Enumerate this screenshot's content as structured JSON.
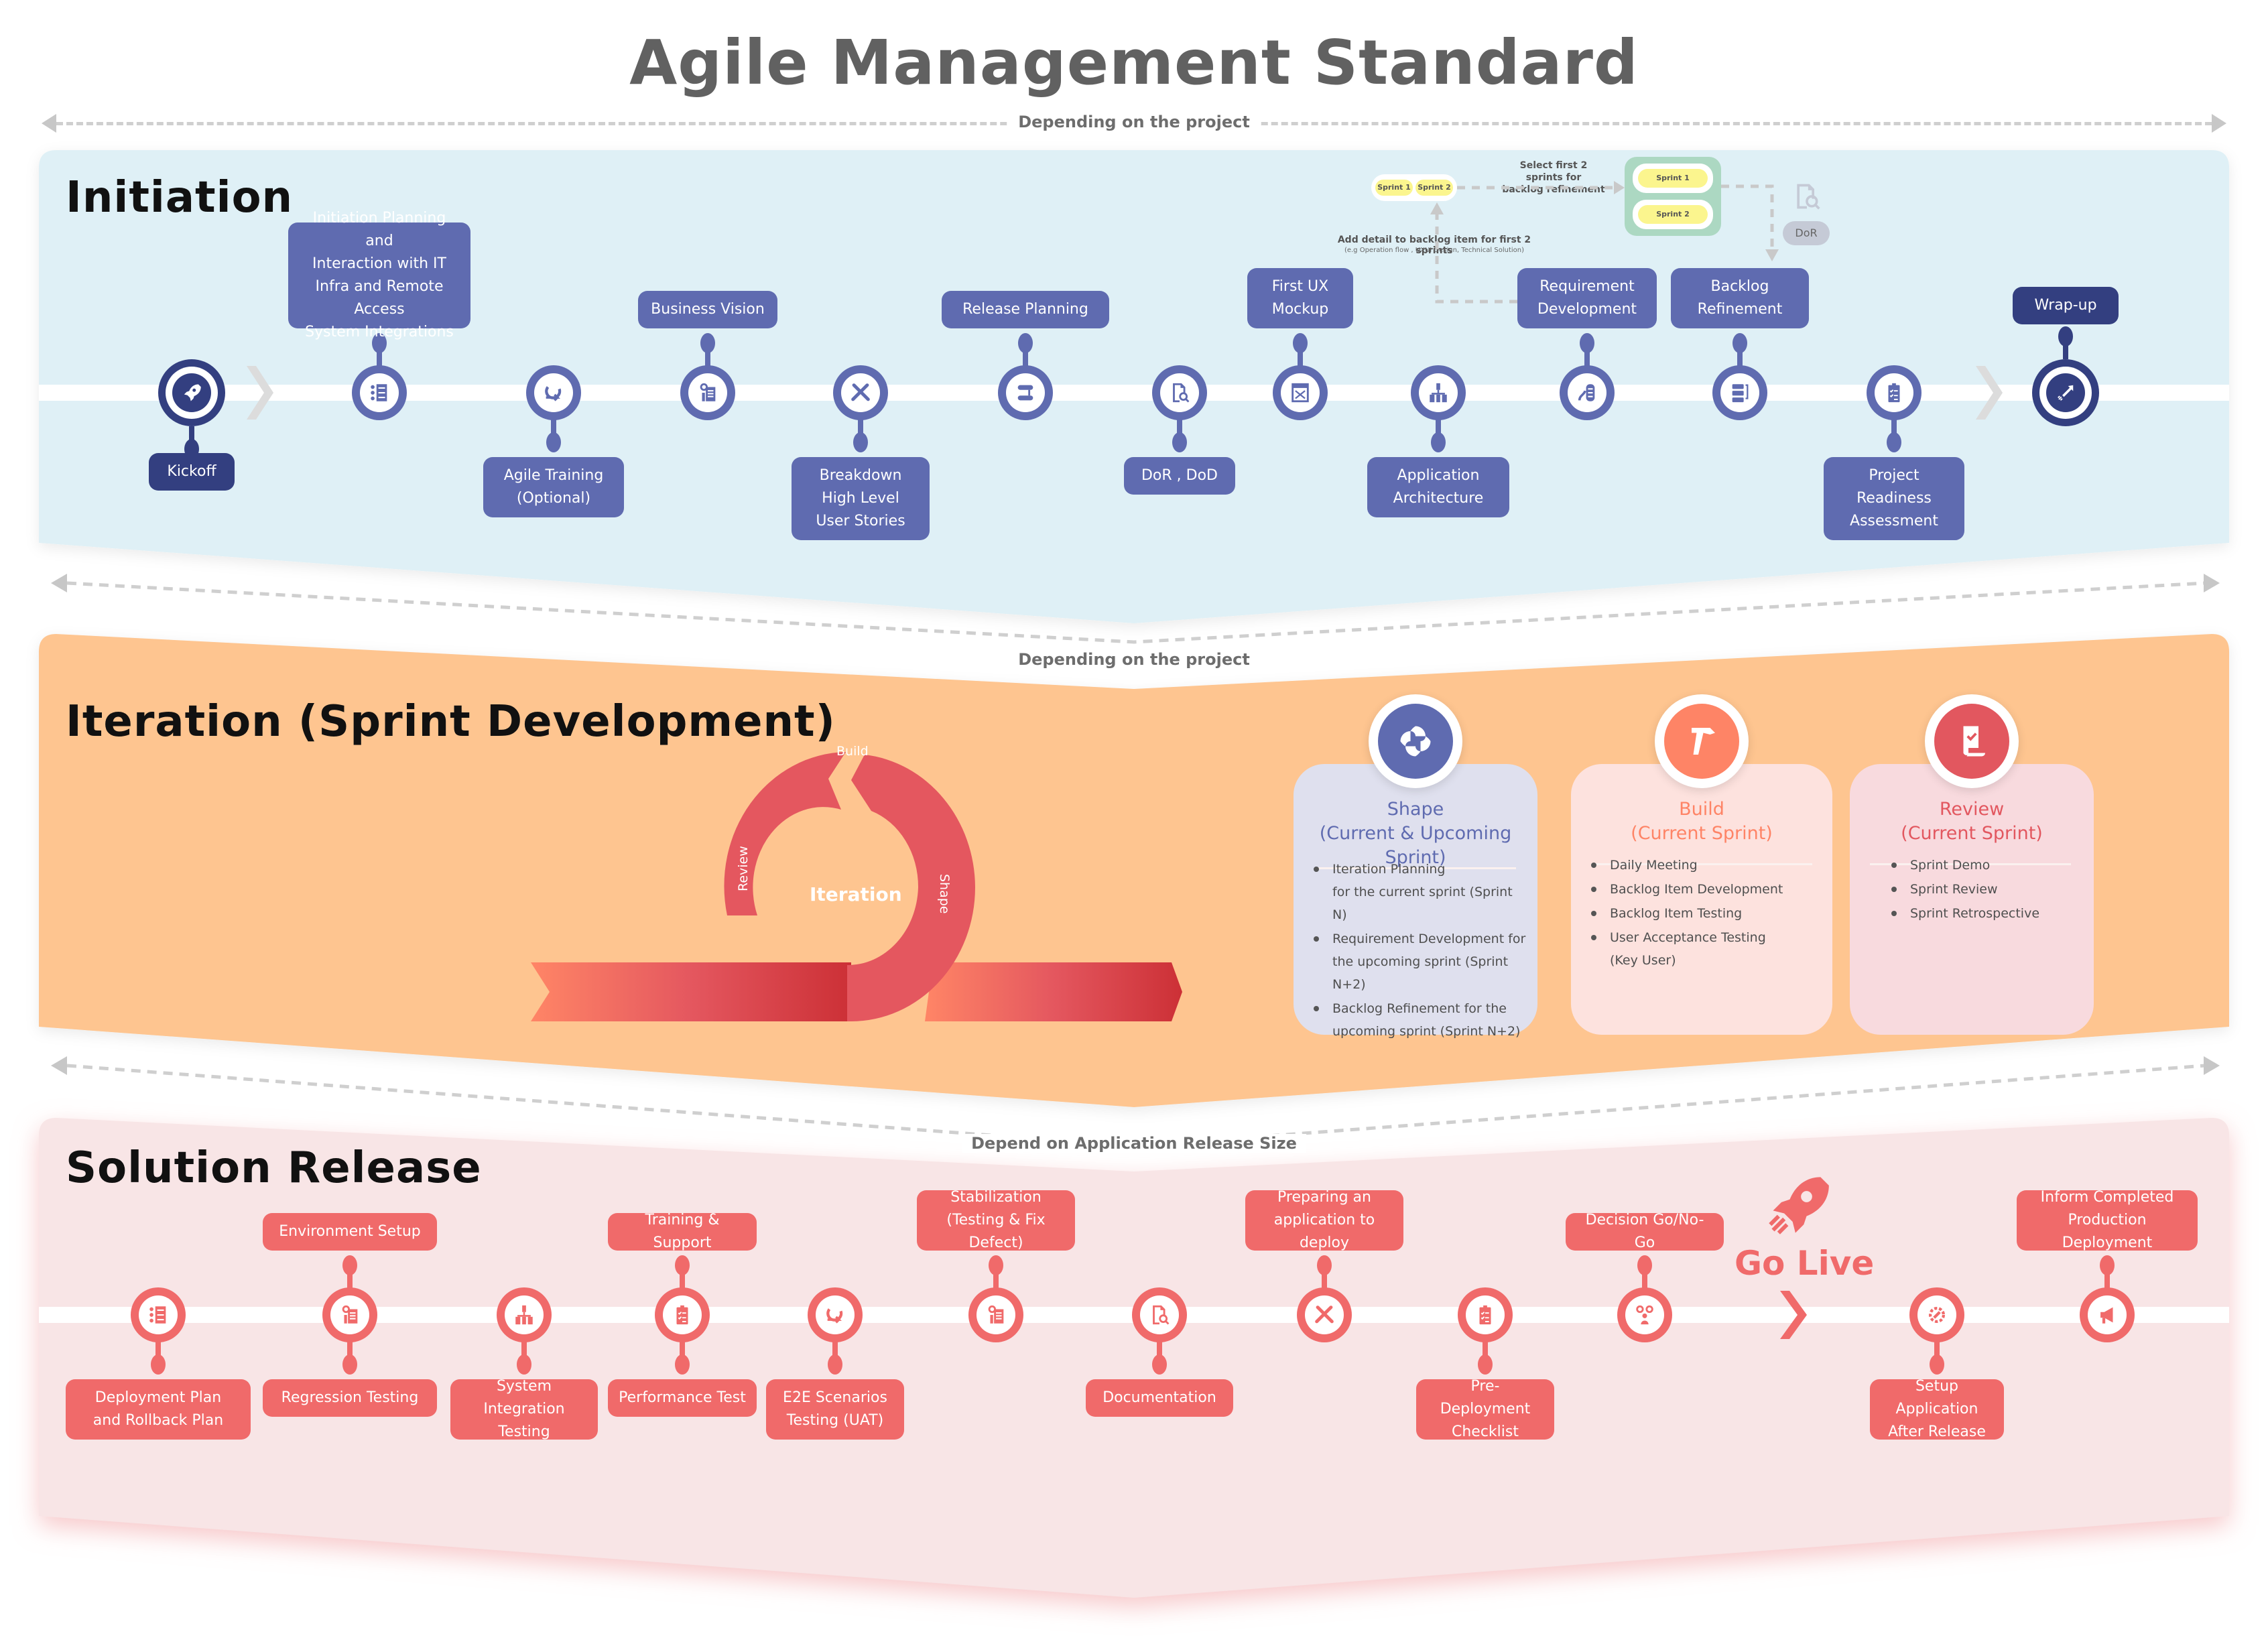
{
  "title": "Agile Management Standard",
  "span_labels": {
    "top": "Depending on the project",
    "middle": "Depending on the project",
    "bottom": "Depend on Application Release Size"
  },
  "colors": {
    "initiation_bg": "#dff0f6",
    "initiation_node": "#5f6bb0",
    "initiation_node_dark": "#333f80",
    "iteration_bg": "#fec590",
    "release_bg": "#f8e5e6",
    "release_node": "#f06a6a",
    "shape_accent": "#5f6bb0",
    "build_accent": "#fe8466",
    "review_accent": "#e2575f"
  },
  "initiation": {
    "title": "Initiation",
    "start": {
      "label": "Kickoff",
      "icon": "rocket-icon"
    },
    "end": {
      "label": "Wrap-up",
      "icon": "rocket-launch-icon"
    },
    "steps": [
      {
        "label": "Initiation Planning and\nInteraction with IT\nInfra and Remote Access\nSystem Integrations",
        "position": "above",
        "icon": "checklist-icon"
      },
      {
        "label": "Agile Training\n(Optional)",
        "position": "below",
        "icon": "cycle-icon"
      },
      {
        "label": "Business Vision",
        "position": "above",
        "icon": "gear-document-icon"
      },
      {
        "label": "Breakdown\nHigh Level\nUser Stories",
        "position": "below",
        "icon": "tools-icon"
      },
      {
        "label": "Release Planning",
        "position": "above",
        "icon": "workflow-icon"
      },
      {
        "label": "DoR , DoD",
        "position": "below",
        "icon": "document-search-icon"
      },
      {
        "label": "First UX\nMockup",
        "position": "above",
        "icon": "wireframe-icon"
      },
      {
        "label": "Application\nArchitecture",
        "position": "below",
        "icon": "hierarchy-icon"
      },
      {
        "label": "Requirement\nDevelopment",
        "position": "above",
        "icon": "requirement-icon"
      },
      {
        "label": "Backlog\nRefinement",
        "position": "above",
        "icon": "backlog-icon"
      },
      {
        "label": "Project\nReadiness\nAssessment",
        "position": "below",
        "icon": "clipboard-check-icon"
      }
    ],
    "refinement_flow": {
      "sprints": [
        "Sprint 1",
        "Sprint 2"
      ],
      "selected_sprints": [
        "Sprint 1",
        "Sprint 2"
      ],
      "select_caption": "Select first 2 sprints for\nbacklog refinement",
      "detail_caption": "Add detail to backlog item for first 2 sprints",
      "detail_subcaption": "(e.g Operation flow , UXUI Design, Technical Solution)",
      "dor_label": "DoR"
    }
  },
  "iteration": {
    "title": "Iteration (Sprint Development)",
    "cycle": {
      "center": "Iteration",
      "top": "Build",
      "left": "Review",
      "right": "Shape"
    },
    "cards": [
      {
        "title": "Shape",
        "subtitle": "(Current & Upcoming Sprint)",
        "icon": "shape-swirl-icon",
        "items": [
          "Iteration Planning\nfor the current sprint (Sprint N)",
          "Requirement Development for\nthe upcoming sprint (Sprint N+2)",
          "Backlog Refinement for the\nupcoming sprint (Sprint N+2)"
        ]
      },
      {
        "title": "Build",
        "subtitle": "(Current Sprint)",
        "icon": "hammer-icon",
        "items": [
          "Daily Meeting",
          "Backlog Item Development",
          "Backlog Item Testing",
          "User Acceptance Testing\n(Key User)"
        ]
      },
      {
        "title": "Review",
        "subtitle": "(Current Sprint)",
        "icon": "review-scroll-icon",
        "items": [
          "Sprint Demo",
          "Sprint Review",
          "Sprint Retrospective"
        ]
      }
    ]
  },
  "release": {
    "title": "Solution Release",
    "go_live": "Go Live",
    "steps": [
      {
        "label": "Deployment Plan\nand Rollback Plan",
        "position": "below",
        "icon": "checklist-icon"
      },
      {
        "label": "Environment Setup",
        "position": "above",
        "icon": "gear-document-icon",
        "below_label": "Regression Testing"
      },
      {
        "label": "System Integration\nTesting",
        "position": "below",
        "icon": "hierarchy-icon"
      },
      {
        "label": "Training & Support",
        "position": "above",
        "icon": "clipboard-check-icon",
        "below_label": "Performance Test"
      },
      {
        "label": "E2E Scenarios\nTesting (UAT)",
        "position": "below",
        "icon": "cycle-icon"
      },
      {
        "label": "Stabilization\n(Testing & Fix Defect)",
        "position": "above",
        "icon": "gear-document-icon"
      },
      {
        "label": "Documentation",
        "position": "below",
        "icon": "document-search-icon"
      },
      {
        "label": "Preparing an\napplication to deploy",
        "position": "above",
        "icon": "tools-icon"
      },
      {
        "label": "Pre-Deployment\nChecklist",
        "position": "below",
        "icon": "clipboard-check-icon"
      },
      {
        "label": "Decision Go/No-Go",
        "position": "above",
        "icon": "decision-icon"
      },
      {
        "label": "Setup Application\nAfter Release",
        "position": "below",
        "icon": "gear-wrench-icon"
      },
      {
        "label": "Inform Completed\nProduction Deployment",
        "position": "above",
        "icon": "megaphone-icon"
      }
    ]
  }
}
